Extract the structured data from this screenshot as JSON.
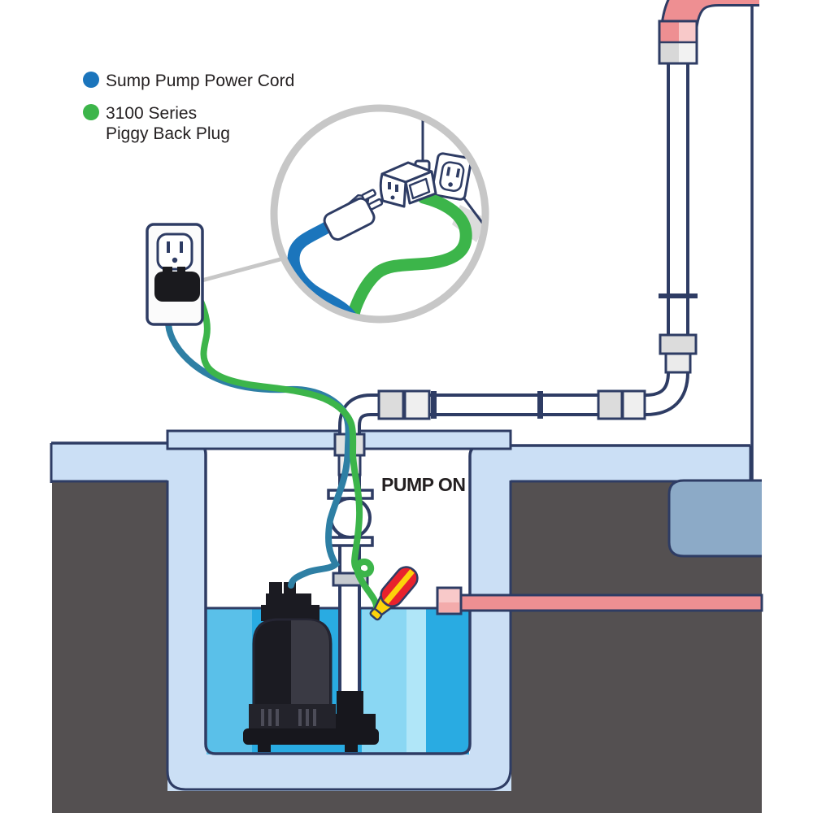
{
  "legend": {
    "items": [
      {
        "icon": "blue-dot",
        "color": "#1b75bc",
        "label": "Sump Pump Power Cord"
      },
      {
        "icon": "green-dot",
        "color": "#3cb54a",
        "label_line1": "3100 Series",
        "label_line2": "Piggy Back Plug"
      }
    ]
  },
  "labels": {
    "pump_status": "PUMP ON"
  },
  "colors": {
    "outline_navy": "#2e3c64",
    "legend_blue": "#1b75bc",
    "legend_green": "#3cb54a",
    "cord_teal_blue": "#2e7fa4",
    "cord_green": "#3cb54a",
    "concrete_light_blue": "#cbdff5",
    "soil_gray": "#545051",
    "water_blue": "#29abe2",
    "discharge_pipe_pink": "#ee8f92",
    "discharge_pipe_light_pink": "#f8c9c9",
    "footing_blue_gray": "#8caac7",
    "float_red": "#e8222d",
    "float_yellow": "#fcd30b",
    "magnifier_ring_gray": "#c7c7c7",
    "pump_body_dark": "#1b1b22"
  }
}
